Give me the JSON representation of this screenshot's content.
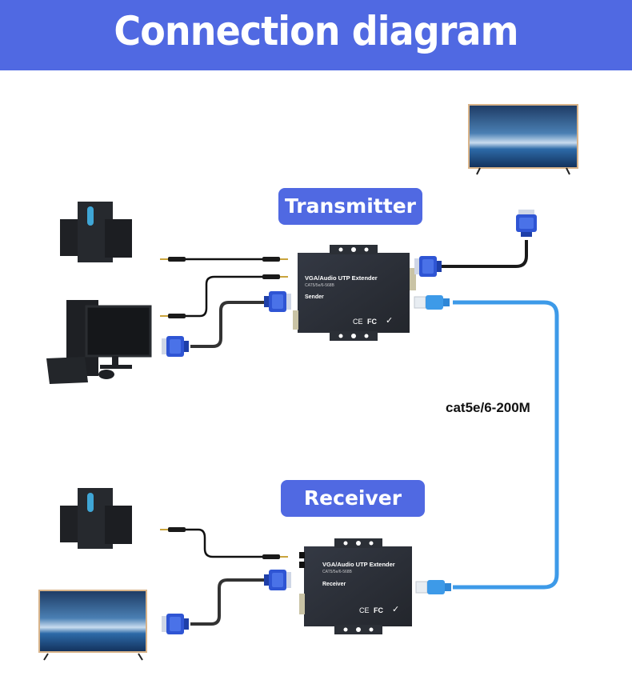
{
  "header": {
    "title": "Connection diagram"
  },
  "labels": {
    "transmitter": "Transmitter",
    "receiver": "Receiver",
    "cable_spec": "cat5e/6-200M"
  },
  "devices": {
    "transmitter_unit": {
      "product": "VGA/Audio UTP Extender",
      "spec": "CAT5/5e/6-568B",
      "role": "Sender",
      "marks": [
        "CE",
        "FC",
        "✓"
      ]
    },
    "receiver_unit": {
      "product": "VGA/Audio UTP Extender",
      "spec": "CAT5/5e/6-568B",
      "role": "Receiver",
      "marks": [
        "CE",
        "FC",
        "✓"
      ]
    }
  },
  "colors": {
    "accent": "#5069e2",
    "cable_blue": "#3d9ae8",
    "vga_blue": "#2f55d4",
    "unit_body": "#2b2f36"
  }
}
